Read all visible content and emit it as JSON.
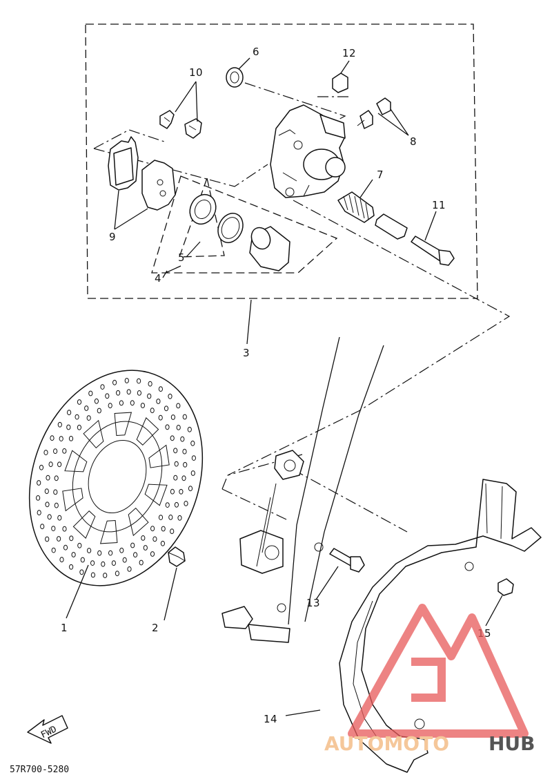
{
  "labels": {
    "l1": "1",
    "l2": "2",
    "l3": "3",
    "l4": "4",
    "l5": "5",
    "l6": "6",
    "l7": "7",
    "l8": "8",
    "l9": "9",
    "l10": "10",
    "l11": "11",
    "l12": "12",
    "l13": "13",
    "l14": "14",
    "l15": "15"
  },
  "fwd": "FWD",
  "drawing_code": "57R700-5280",
  "watermark": {
    "text_a": "AUTOMOTO",
    "text_b": "HUB",
    "color_a": "#f5c79a",
    "color_b": "#555555",
    "logo_color": "#e85a5a"
  }
}
